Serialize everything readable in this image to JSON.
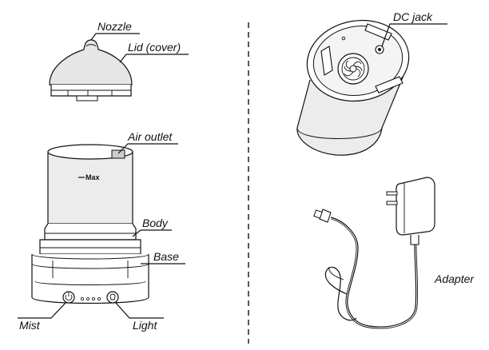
{
  "labels": {
    "nozzle": "Nozzle",
    "lid": "Lid (cover)",
    "air_outlet": "Air outlet",
    "max": "Max",
    "body": "Body",
    "base": "Base",
    "mist": "Mist",
    "light": "Light",
    "dc_jack": "DC jack",
    "adapter": "Adapter"
  },
  "colors": {
    "line": "#111111",
    "background": "#ffffff"
  }
}
